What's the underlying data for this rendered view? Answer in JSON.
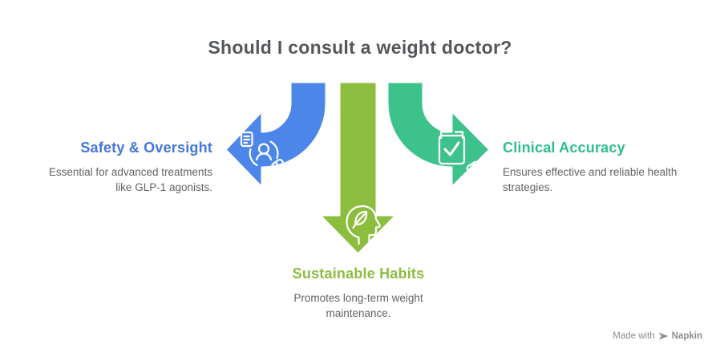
{
  "title": {
    "text": "Should I consult a weight doctor?",
    "color": "#54575A"
  },
  "branches": {
    "safety": {
      "label": "Safety & Oversight",
      "description": "Essential for advanced treatments like GLP-1 agonists.",
      "arrow_color": "#4C86E8",
      "label_color": "#4377DB",
      "icon": "supervision-person-icon",
      "direction": "left"
    },
    "habits": {
      "label": "Sustainable Habits",
      "description": "Promotes long-term weight maintenance.",
      "arrow_color": "#8CBD3F",
      "label_color": "#8CBD3F",
      "icon": "head-leaf-icon",
      "direction": "down"
    },
    "accuracy": {
      "label": "Clinical Accuracy",
      "description": "Ensures effective and reliable health strategies.",
      "arrow_color": "#3EC28B",
      "label_color": "#30BD8C",
      "icon": "clipboard-check-pill-icon",
      "direction": "right"
    }
  },
  "watermark": {
    "prefix": "Made with",
    "brand": "Napkin"
  }
}
